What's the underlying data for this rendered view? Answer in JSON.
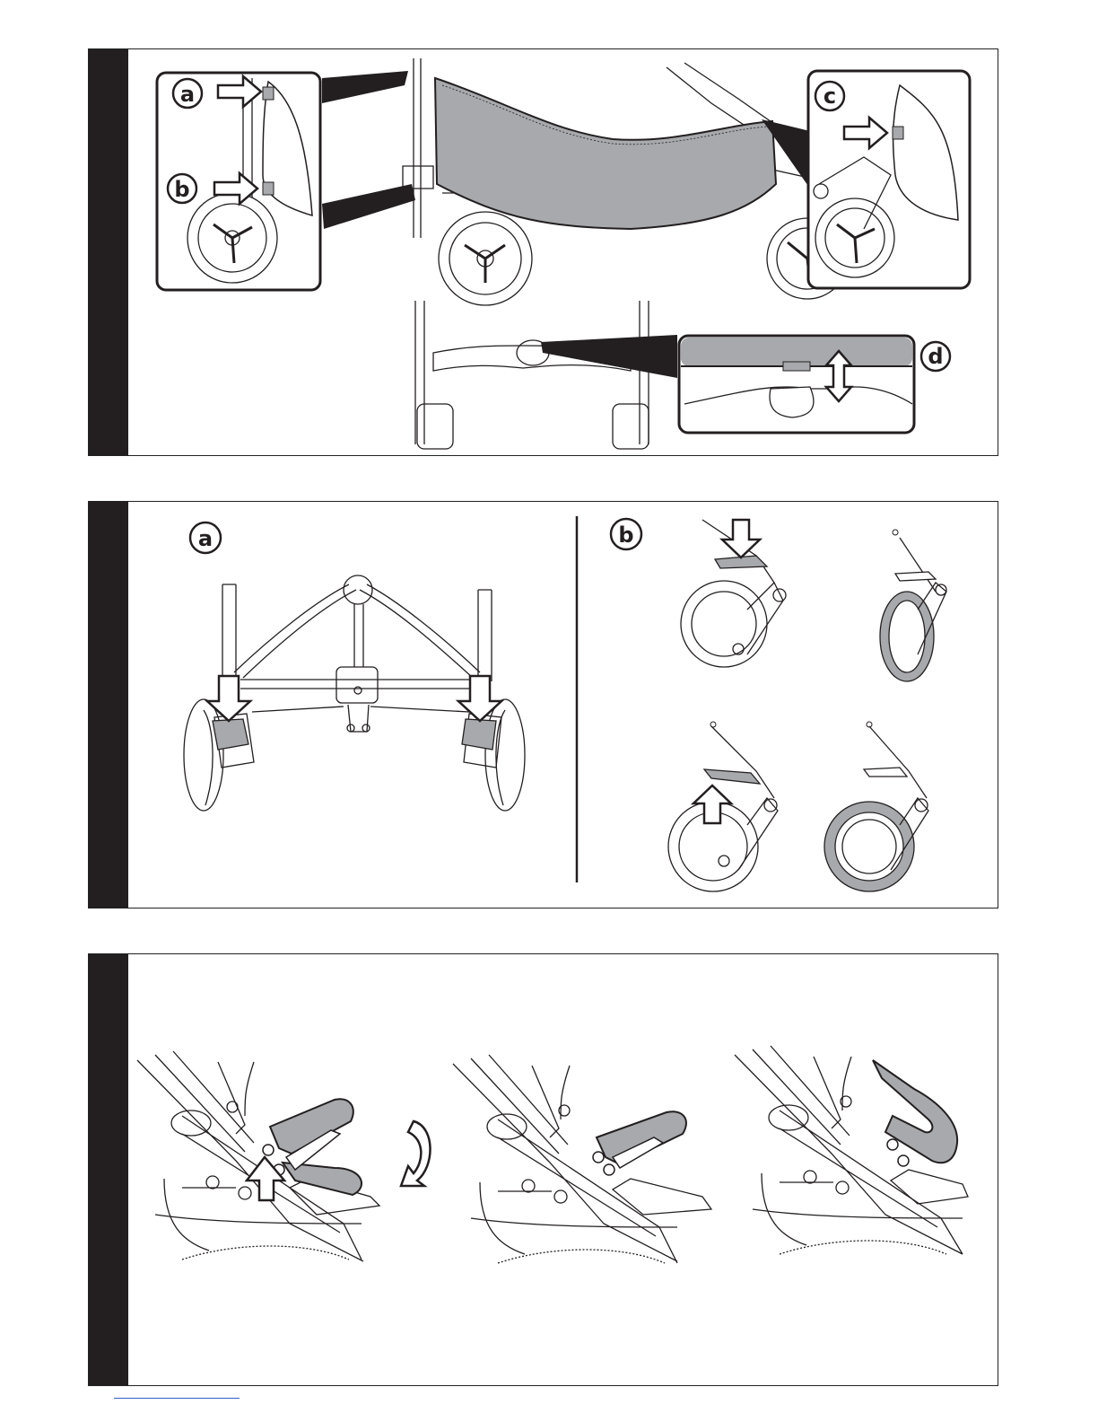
{
  "panels": [
    {
      "callouts": [
        "a",
        "b",
        "c",
        "d"
      ]
    },
    {
      "callouts": [
        "a",
        "b"
      ]
    },
    {
      "callouts": []
    }
  ],
  "colors": {
    "sidebar": "#231f20",
    "fill_gray": "#a7a9ac",
    "line": "#231f20"
  }
}
